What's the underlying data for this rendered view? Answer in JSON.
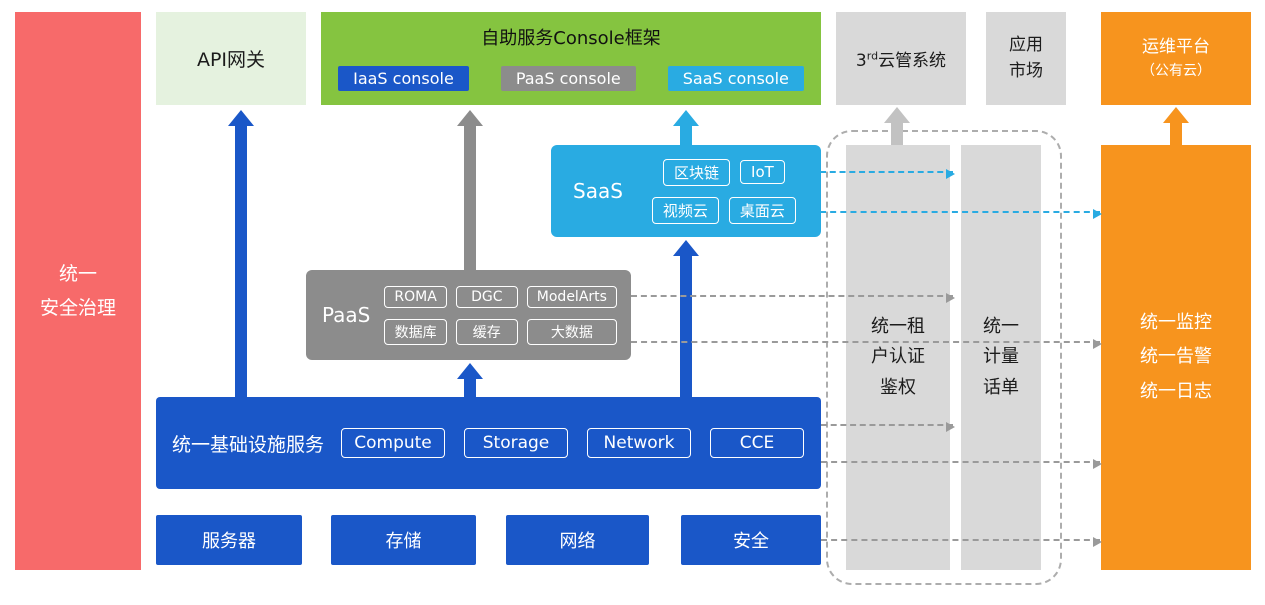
{
  "palette": {
    "red": "#F76A6A",
    "blue": "#1A57C8",
    "gray": "#8C8C8C",
    "light_gray": "#D9D9D9",
    "cyan": "#29ABE2",
    "green": "#85C440",
    "pale_green": "#E5F2DF",
    "orange": "#F7941E"
  },
  "security_bar": {
    "line1": "统一",
    "line2": "安全治理"
  },
  "api_gateway": {
    "label": "API网关"
  },
  "console_frame": {
    "title": "自助服务Console框架",
    "iaas_label": "IaaS console",
    "paas_label": "PaaS console",
    "saas_label": "SaaS console"
  },
  "third_party_box": {
    "num": "3",
    "sup": "rd",
    "rest": "云管系统"
  },
  "app_market": {
    "line1": "应用",
    "line2": "市场"
  },
  "ops_platform": {
    "line1": "运维平台",
    "line2": "（公有云）"
  },
  "saas_box": {
    "label": "SaaS",
    "items": [
      "区块链",
      "IoT",
      "视频云",
      "桌面云"
    ]
  },
  "paas_box": {
    "label": "PaaS",
    "items": [
      "ROMA",
      "DGC",
      "ModelArts",
      "数据库",
      "缓存",
      "大数据"
    ]
  },
  "infra_box": {
    "label": "统一基础设施服务",
    "items": [
      "Compute",
      "Storage",
      "Network",
      "CCE"
    ]
  },
  "bottom_row": {
    "items": [
      "服务器",
      "存储",
      "网络",
      "安全"
    ]
  },
  "auth_bar": {
    "line1": "统一租",
    "line2": "户认证",
    "line3": "鉴权"
  },
  "metering_bar": {
    "line1": "统一",
    "line2": "计量",
    "line3": "话单"
  },
  "monitor_bar": {
    "line1": "统一监控",
    "line2": "统一告警",
    "line3": "统一日志"
  }
}
